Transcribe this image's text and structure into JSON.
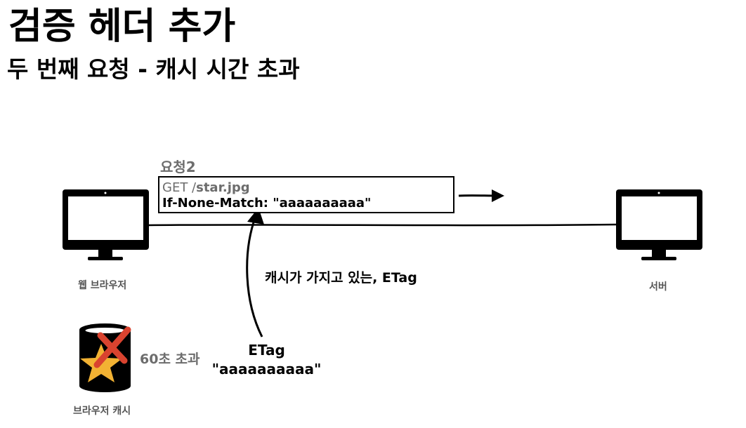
{
  "slide": {
    "title": "검증 헤더 추가",
    "subtitle": "두 번째 요청 - 캐시 시간 초과"
  },
  "request": {
    "label": "요청2",
    "method": "GET /",
    "path": "star.jpg",
    "header_line": "If-None-Match: \"aaaaaaaaaa\""
  },
  "nodes": {
    "browser_label": "웹 브라우저",
    "server_label": "서버",
    "cache_label": "브라우저 캐시",
    "cache_status": "60초 초과"
  },
  "annotation": {
    "note": "캐시가 가지고 있는, ETag",
    "etag_name": "ETag",
    "etag_value": "\"aaaaaaaaaa\""
  },
  "icons": {
    "client": "monitor-icon",
    "server": "monitor-icon",
    "cache": "database-star-icon",
    "expired": "red-x-icon"
  },
  "colors": {
    "expired_mark": "#d9432f",
    "star": "#f2b233",
    "gray_text": "#6d6d6d"
  }
}
